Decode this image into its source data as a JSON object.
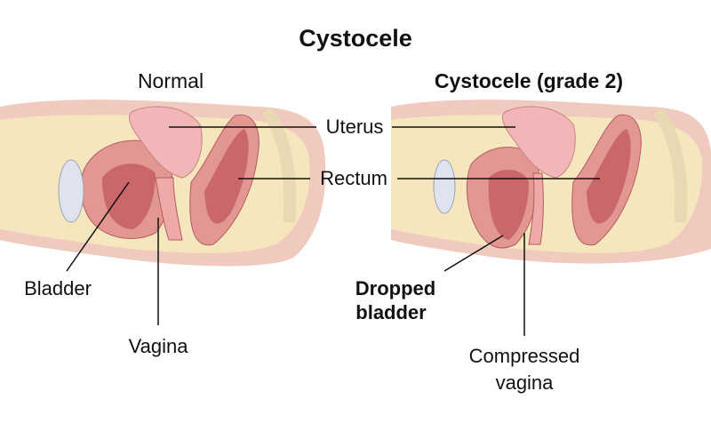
{
  "title": "Cystocele",
  "panels": {
    "normal": {
      "heading": "Normal",
      "labels": {
        "bladder": "Bladder",
        "vagina": "Vagina"
      }
    },
    "cystocele": {
      "heading": "Cystocele (grade 2)",
      "labels": {
        "dropped_bladder_line1": "Dropped",
        "dropped_bladder_line2": "bladder",
        "compressed_vagina_line1": "Compressed",
        "compressed_vagina_line2": "vagina"
      }
    }
  },
  "shared_labels": {
    "uterus": "Uterus",
    "rectum": "Rectum"
  },
  "colors": {
    "tissue": "#f5e6bd",
    "organ": "#eeaaa8",
    "uterus": "#f3b6b8",
    "dark_organ": "#c9676a",
    "skin": "#f0c9bf"
  }
}
